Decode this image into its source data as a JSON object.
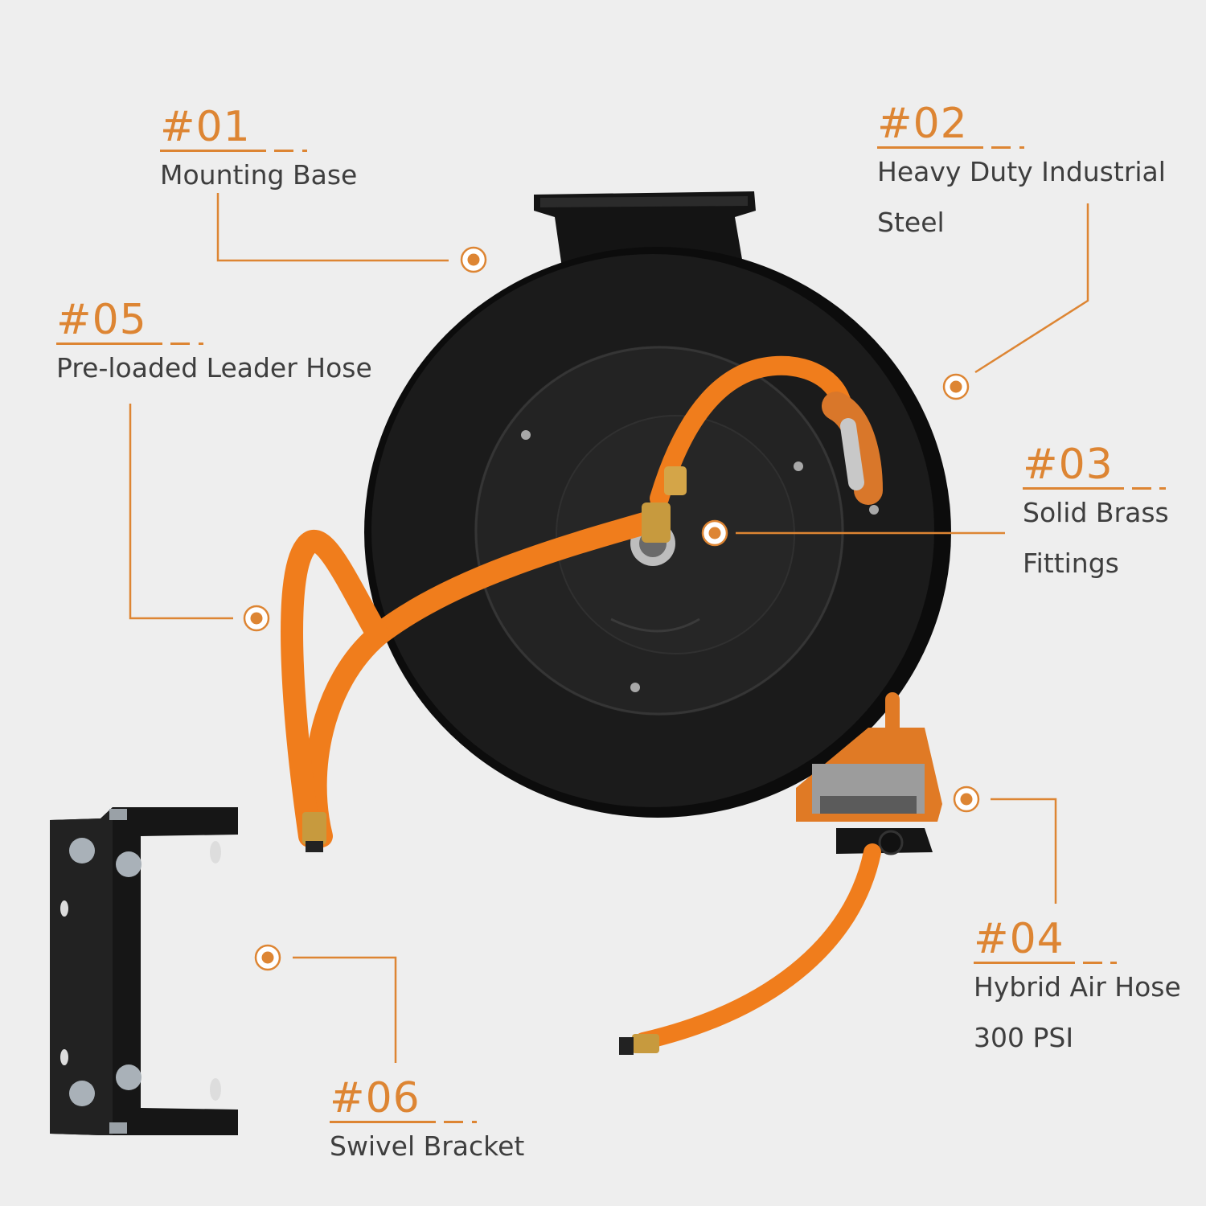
{
  "accent_color": "#dd8533",
  "callouts": [
    {
      "id": "01",
      "number": "#01",
      "lines": [
        "Mounting Base"
      ]
    },
    {
      "id": "02",
      "number": "#02",
      "lines": [
        "Heavy Duty Industrial",
        "Steel"
      ]
    },
    {
      "id": "03",
      "number": "#03",
      "lines": [
        "Solid Brass",
        "Fittings"
      ]
    },
    {
      "id": "04",
      "number": "#04",
      "lines": [
        "Hybrid Air Hose",
        "300 PSI"
      ]
    },
    {
      "id": "05",
      "number": "#05",
      "lines": [
        "Pre-loaded Leader Hose"
      ]
    },
    {
      "id": "06",
      "number": "#06",
      "lines": [
        "Swivel Bracket"
      ]
    }
  ]
}
